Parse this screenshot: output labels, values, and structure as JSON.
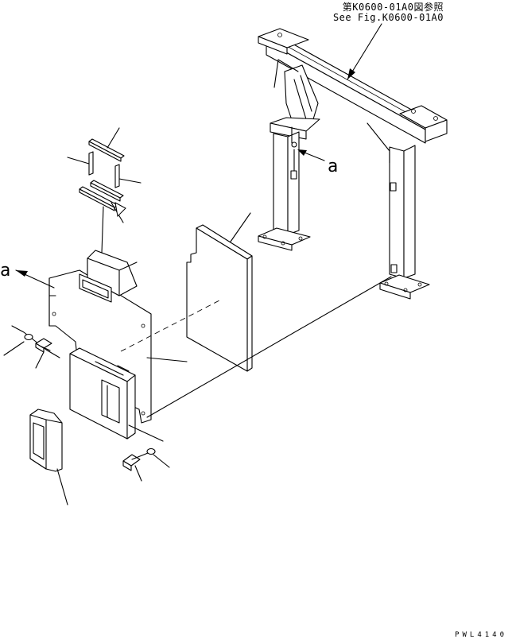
{
  "reference": {
    "japanese": "第K0600-01A0図参照",
    "english": "See Fig.K0600-01A0"
  },
  "markers": {
    "right_a": "a",
    "left_a": "a"
  },
  "drawing_code": "PWL4140"
}
